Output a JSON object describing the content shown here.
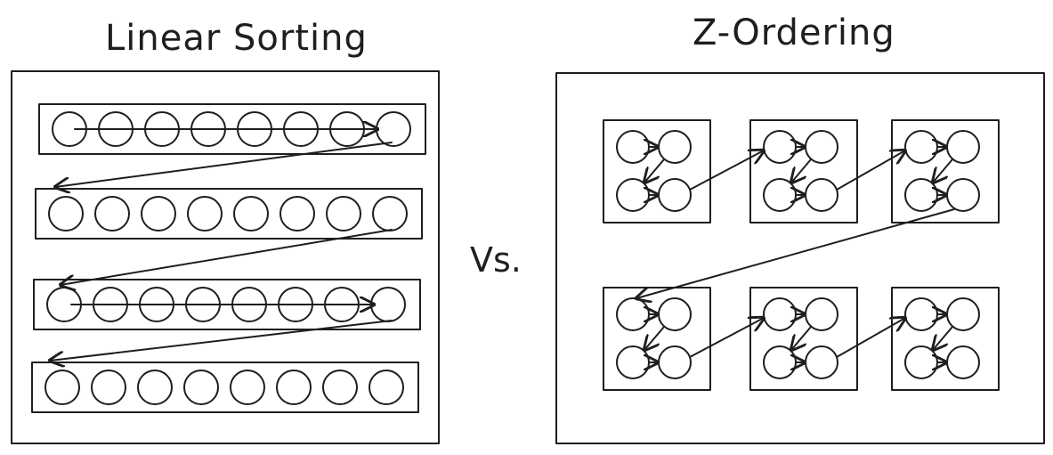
{
  "diagram": {
    "left_title": "Linear Sorting",
    "right_title": "Z-Ordering",
    "separator": "Vs.",
    "stroke_color": "#1e1e1e",
    "linear": {
      "rows": 4,
      "cells_per_row": 8
    },
    "zorder": {
      "grid_rows": 2,
      "grid_cols": 3,
      "cells_per_block": 4
    }
  }
}
